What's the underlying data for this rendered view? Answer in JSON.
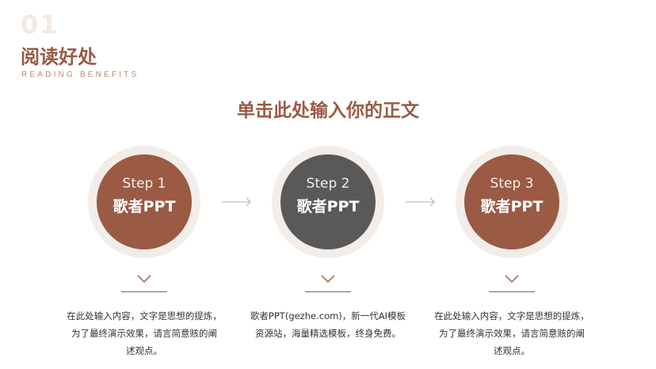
{
  "header": {
    "number": "01",
    "title": "阅读好处",
    "subtitle": "READING BENEFITS"
  },
  "headline": "单击此处输入你的正文",
  "steps": [
    {
      "step_label": "Step 1",
      "name": "歌者PPT",
      "color": "#9a5a44",
      "description_lines": [
        "在此处输入内容，文字是思想的提炼，",
        "为了最终演示效果，请言简意赅的阐",
        "述观点。"
      ]
    },
    {
      "step_label": "Step 2",
      "name": "歌者PPT",
      "color": "#595959",
      "description_lines": [
        "歌者PPT(gezhe.com)，新一代AI模板",
        "资源站，海量精选模板，终身免费。"
      ]
    },
    {
      "step_label": "Step 3",
      "name": "歌者PPT",
      "color": "#9a5a44",
      "description_lines": [
        "在此处输入内容，文字是思想的提炼，",
        "为了最终演示效果，请言简意赅的阐",
        "述观点。"
      ]
    }
  ],
  "icons": {
    "connector": "arrow-right-icon",
    "step_marker": "chevron-down-icon"
  },
  "colors": {
    "accent": "#9a5a44",
    "dark": "#595959",
    "ring": "#f2ede9",
    "number": "#f0e9e4"
  }
}
